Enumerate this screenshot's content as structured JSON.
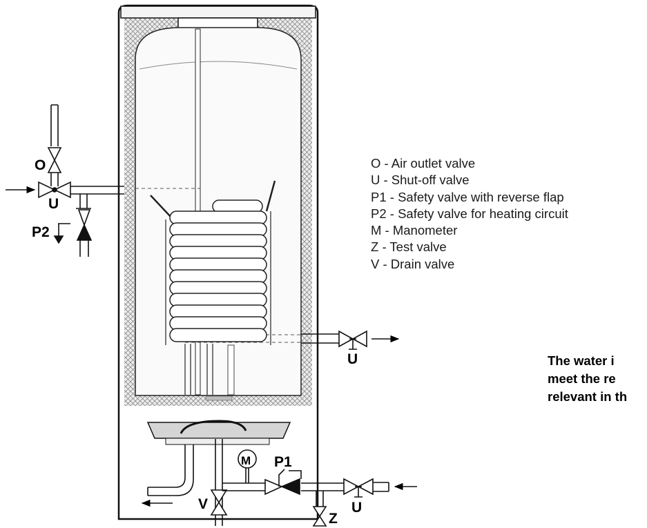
{
  "labels": {
    "o": "O",
    "u_inlet": "U",
    "p2": "P2",
    "u_outlet": "U",
    "m": "M",
    "p1": "P1",
    "u_supply": "U",
    "z": "Z",
    "v": "V"
  },
  "legend": [
    {
      "text": "O - Air outlet valve"
    },
    {
      "text": "U - Shut-off valve"
    },
    {
      "text": "P1 - Safety valve with reverse flap"
    },
    {
      "text": "P2 - Safety valve for heating circuit"
    },
    {
      "text": "M - Manometer"
    },
    {
      "text": "Z -  Test valve"
    },
    {
      "text": "V - Drain valve"
    }
  ],
  "note": {
    "line1": "The water i",
    "line2": "meet the re",
    "line3": "relevant in th"
  }
}
